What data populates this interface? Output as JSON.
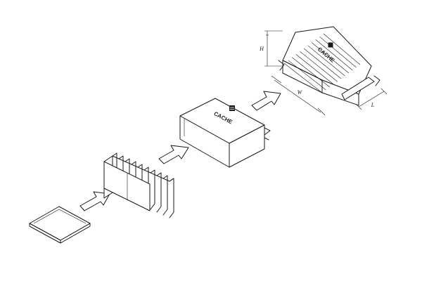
{
  "diagram": {
    "steps": [
      {
        "id": "flat-sheet"
      },
      {
        "id": "folded-pleats"
      },
      {
        "id": "frame-case"
      },
      {
        "id": "assembled-filter"
      }
    ],
    "logo_text": "CACHE",
    "dimensions": {
      "height": "H",
      "width": "W",
      "length": "L"
    },
    "colors": {
      "line": "#1a1a1a",
      "background": "#ffffff"
    }
  }
}
